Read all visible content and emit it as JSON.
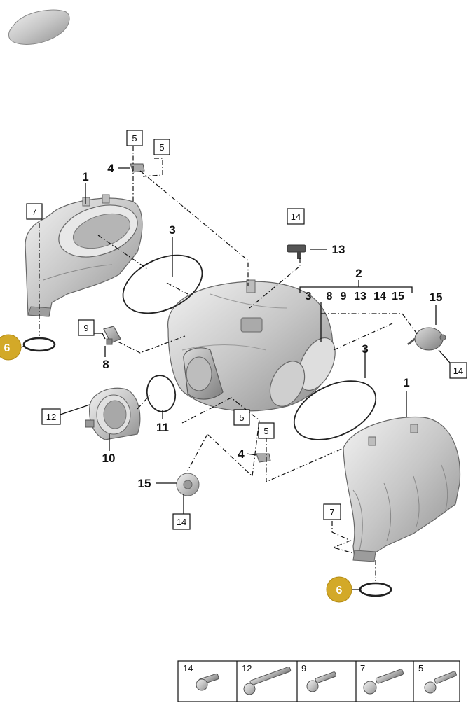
{
  "callouts": {
    "c1_left": "1",
    "c1_right": "1",
    "c2": "2",
    "c2_group": [
      "3",
      "8",
      "9",
      "13",
      "14",
      "15"
    ],
    "c3_left": "3",
    "c3_right": "3",
    "c4_top": "4",
    "c4_bottom": "4",
    "c5_top_a": "5",
    "c5_top_b": "5",
    "c5_bot_a": "5",
    "c5_bot_b": "5",
    "c6_left": "6",
    "c6_right": "6",
    "c7_left": "7",
    "c7_right": "7",
    "c8": "8",
    "c9": "9",
    "c10": "10",
    "c11": "11",
    "c12": "12",
    "c13": "13",
    "c14_top": "14",
    "c14_right": "14",
    "c14_bottom": "14",
    "c15_right": "15",
    "c15_left": "15"
  },
  "colors": {
    "highlight": "#d3a928",
    "metal": "#c9c9c9"
  },
  "fasteners": [
    "14",
    "12",
    "9",
    "7",
    "5"
  ]
}
